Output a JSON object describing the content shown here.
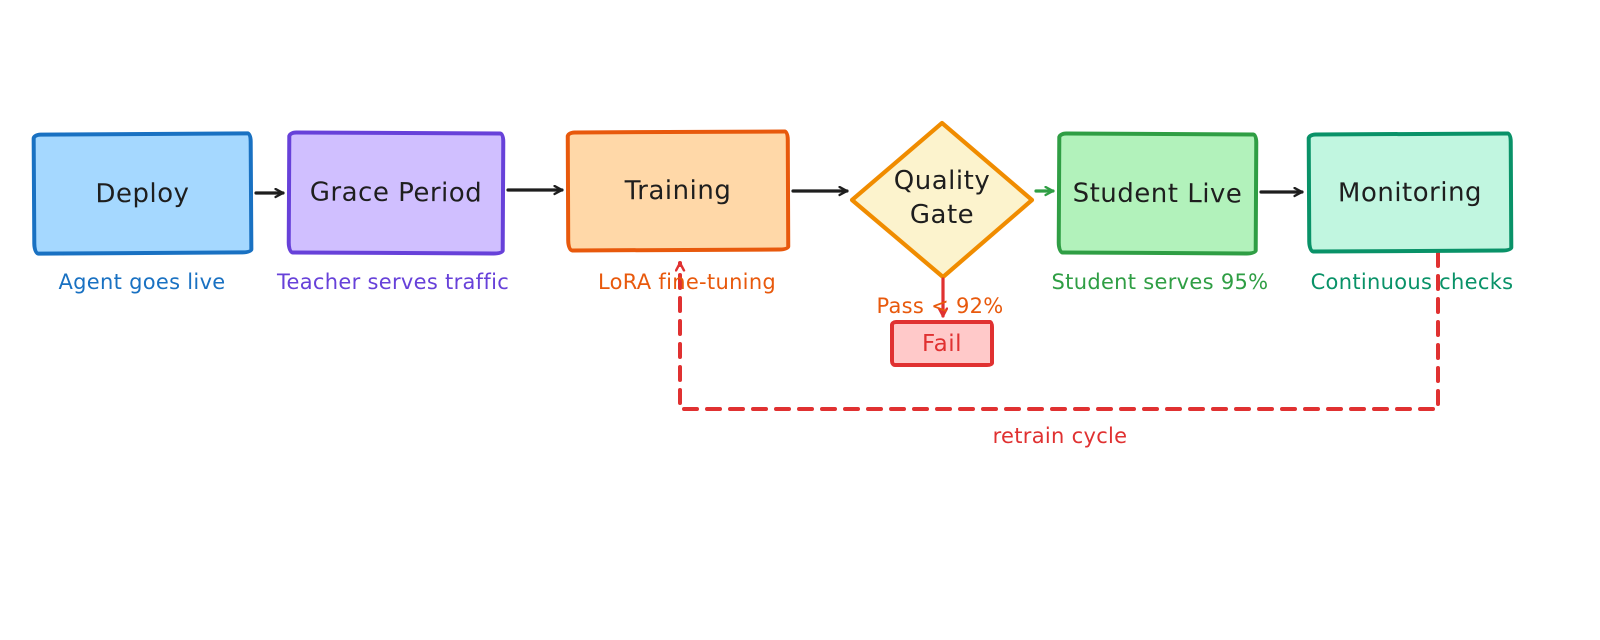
{
  "diagram": {
    "type": "flowchart",
    "nodes": [
      {
        "id": "deploy",
        "shape": "rectangle",
        "label": "Deploy",
        "caption": "Agent goes live",
        "stroke": "#1971c2",
        "fill": "#a5d8ff",
        "caption_color": "#1971c2"
      },
      {
        "id": "grace-period",
        "shape": "rectangle",
        "label": "Grace Period",
        "caption": "Teacher serves traffic",
        "stroke": "#6741d9",
        "fill": "#d0bfff",
        "caption_color": "#6741d9"
      },
      {
        "id": "training",
        "shape": "rectangle",
        "label": "Training",
        "caption": "LoRA fine-tuning",
        "stroke": "#e8590c",
        "fill": "#ffd8a8",
        "caption_color": "#e8590c"
      },
      {
        "id": "quality-gate",
        "shape": "diamond",
        "label": "Quality Gate",
        "stroke": "#f08c00",
        "fill": "#fcf3cd"
      },
      {
        "id": "student-live",
        "shape": "rectangle",
        "label": "Student Live",
        "caption": "Student serves 95%",
        "stroke": "#2f9e44",
        "fill": "#b2f2bb",
        "caption_color": "#2f9e44"
      },
      {
        "id": "monitoring",
        "shape": "rectangle",
        "label": "Monitoring",
        "caption": "Continuous checks",
        "stroke": "#099268",
        "fill": "#c1f6e0",
        "caption_color": "#099268"
      },
      {
        "id": "fail",
        "shape": "rectangle",
        "label": "Fail",
        "stroke": "#e03131",
        "fill": "#ffc9c9",
        "label_color": "#e03131"
      }
    ],
    "edges": [
      {
        "from": "deploy",
        "to": "grace-period",
        "style": "solid",
        "color": "#1e1e1e"
      },
      {
        "from": "grace-period",
        "to": "training",
        "style": "solid",
        "color": "#1e1e1e"
      },
      {
        "from": "training",
        "to": "quality-gate",
        "style": "solid",
        "color": "#1e1e1e"
      },
      {
        "from": "quality-gate",
        "to": "student-live",
        "style": "solid",
        "color": "#2f9e44"
      },
      {
        "from": "quality-gate",
        "to": "fail",
        "style": "solid",
        "color": "#e03131",
        "label": "Pass < 92%",
        "label_color": "#e8590c"
      },
      {
        "from": "monitoring",
        "to": "training",
        "style": "dashed",
        "color": "#e03131",
        "label": "retrain cycle",
        "label_color": "#e03131"
      }
    ]
  }
}
